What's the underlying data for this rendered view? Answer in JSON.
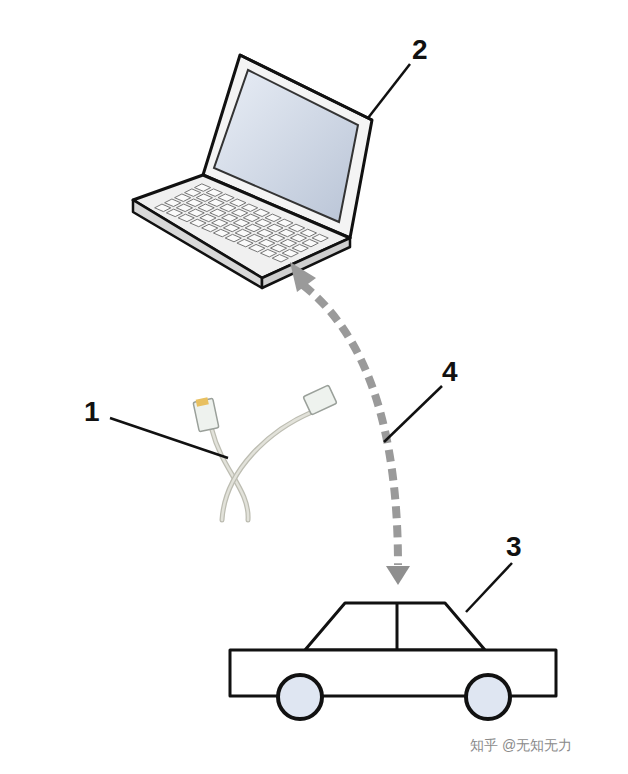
{
  "diagram": {
    "labels": [
      "2",
      "1",
      "4",
      "3",
      "知乎 @无知无力"
    ]
  }
}
